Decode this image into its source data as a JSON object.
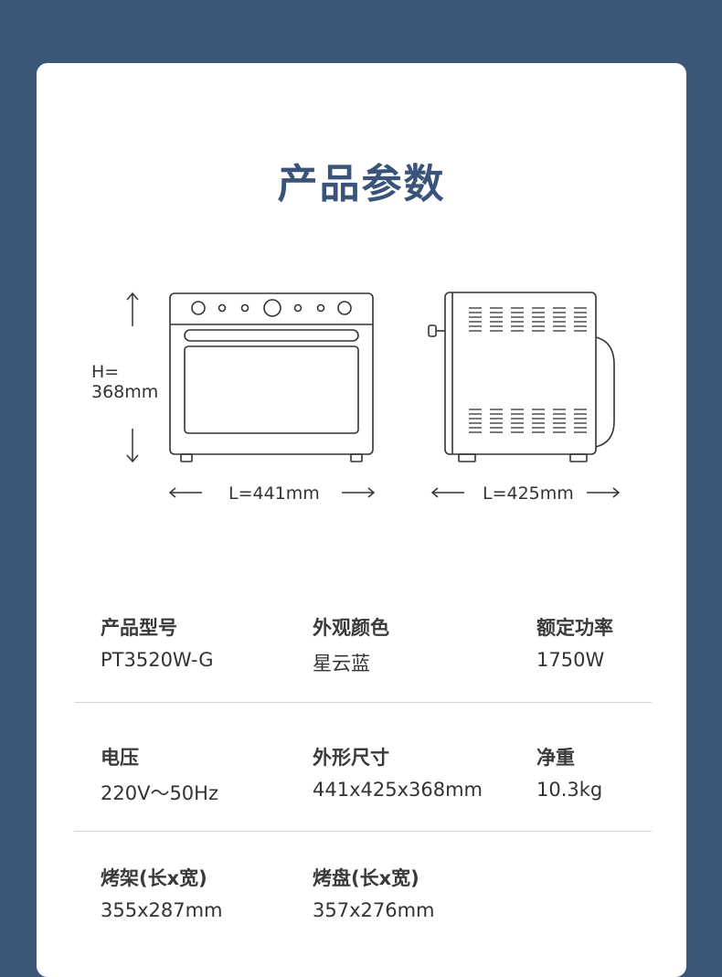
{
  "title": "产品参数",
  "dimensions": {
    "height_label_line1": "H=",
    "height_label_line2": "368mm",
    "front_length_label": "L=441mm",
    "side_length_label": "L=425mm"
  },
  "params": {
    "row1": [
      {
        "label": "产品型号",
        "value": "PT3520W-G"
      },
      {
        "label": "外观颜色",
        "value": "星云蓝"
      },
      {
        "label": "额定功率",
        "value": "1750W"
      }
    ],
    "row2": [
      {
        "label": "电压",
        "value": "220V～50Hz"
      },
      {
        "label": "外形尺寸",
        "value": "441x425x368mm"
      },
      {
        "label": "净重",
        "value": "10.3kg"
      }
    ],
    "row3": [
      {
        "label": "烤架(长x宽)",
        "value": "355x287mm"
      },
      {
        "label": "烤盘(长x宽)",
        "value": "357x276mm"
      }
    ]
  },
  "colors": {
    "background": "#3c5678",
    "title": "#3a5479",
    "card": "#ffffff"
  }
}
